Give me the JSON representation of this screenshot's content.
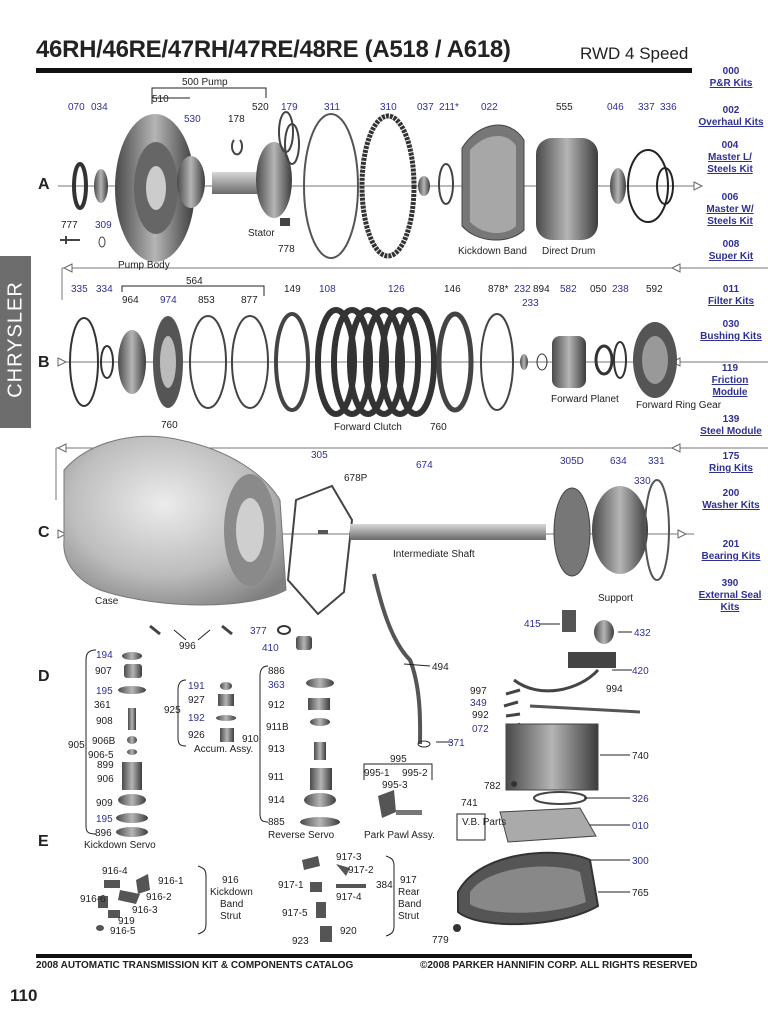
{
  "header": {
    "title": "46RH/46RE/47RH/47RE/48RE (A518 / A618)",
    "subtitle": "RWD 4 Speed"
  },
  "side_tab": "CHRYSLER",
  "rows": [
    "A",
    "B",
    "C",
    "D",
    "E"
  ],
  "kits": [
    {
      "code": "000",
      "name": "P&R Kits"
    },
    {
      "code": "002",
      "name": "Overhaul Kits"
    },
    {
      "code": "004",
      "name": "Master L/ Steels Kit"
    },
    {
      "code": "006",
      "name": "Master W/ Steels Kit"
    },
    {
      "code": "008",
      "name": "Super Kit"
    },
    {
      "code": "011",
      "name": "Filter Kits"
    },
    {
      "code": "030",
      "name": "Bushing Kits"
    },
    {
      "code": "119",
      "name": "Friction Module"
    },
    {
      "code": "139",
      "name": "Steel Module"
    },
    {
      "code": "175",
      "name": "Ring Kits"
    },
    {
      "code": "200",
      "name": "Washer Kits"
    },
    {
      "code": "201",
      "name": "Bearing Kits"
    },
    {
      "code": "390",
      "name": "External Seal Kits"
    }
  ],
  "footer": {
    "left": "2008 AUTOMATIC TRANSMISSION KIT & COMPONENTS CATALOG",
    "right": "©2008 PARKER HANNIFIN CORP. ALL RIGHTS RESERVED",
    "page": "110"
  },
  "colors": {
    "blue": "#2e3192",
    "black": "#222222",
    "tab": "#6d6d6d"
  },
  "labels": {
    "pump500": "500 Pump",
    "p510": "510",
    "p520": "520",
    "p070": "070",
    "p034": "034",
    "p530": "530",
    "p178": "178",
    "p179": "179",
    "p311": "311",
    "p310": "310",
    "p037": "037",
    "p211": "211*",
    "p022": "022",
    "p555": "555",
    "p046": "046",
    "p337": "337",
    "p336": "336",
    "p777": "777",
    "p309": "309",
    "stator": "Stator",
    "p778": "778",
    "pumpbody": "Pump Body",
    "kickband": "Kickdown Band",
    "directdrum": "Direct Drum",
    "p564": "564",
    "p335": "335",
    "p334": "334",
    "p964": "964",
    "p974": "974",
    "p853": "853",
    "p877": "877",
    "p149": "149",
    "p108": "108",
    "p126": "126",
    "p146": "146",
    "p878": "878*",
    "p232": "232",
    "p894": "894",
    "p233": "233",
    "p582": "582",
    "p050": "050",
    "p238": "238",
    "p592": "592",
    "fwdplanet": "Forward Planet",
    "fwdring": "Forward Ring Gear",
    "fwdclutch": "Forward Clutch",
    "p760b": "760",
    "p760": "760",
    "p305": "305",
    "p678P": "678P",
    "p674": "674",
    "p305D": "305D",
    "p634": "634",
    "p331": "331",
    "p330": "330",
    "intshaft": "Intermediate Shaft",
    "case": "Case",
    "support": "Support",
    "p996": "996",
    "p377": "377",
    "p410": "410",
    "p415": "415",
    "p432": "432",
    "p420": "420",
    "p494": "494",
    "p371": "371",
    "p194": "194",
    "p907": "907",
    "p195": "195",
    "p361": "361",
    "p908": "908",
    "p906B": "906B",
    "p906_5": "906-5",
    "p899": "899",
    "p906": "906",
    "p909": "909",
    "p195b": "195",
    "p896": "896",
    "kickservo": "Kickdown Servo",
    "p905": "905",
    "p191": "191",
    "p927": "927",
    "p925": "925",
    "p192": "192",
    "p926": "926",
    "accum": "Accum. Assy.",
    "p910": "910",
    "p886": "886",
    "p363": "363",
    "p912": "912",
    "p911B": "911B",
    "p913": "913",
    "p911": "911",
    "p914": "914",
    "p885": "885",
    "revservo": "Reverse Servo",
    "p995": "995",
    "p995_1": "995-1",
    "p995_2": "995-2",
    "p995_3": "995-3",
    "parkpawl": "Park Pawl Assy.",
    "p741": "741",
    "vbparts": "V.B. Parts",
    "p997": "997",
    "p349": "349",
    "p992": "992",
    "p072": "072",
    "p994": "994",
    "p740": "740",
    "p782": "782",
    "p326": "326",
    "p010": "010",
    "p300": "300",
    "p765": "765",
    "p779": "779",
    "p916_4": "916-4",
    "p916_1": "916-1",
    "p916_6": "916-6",
    "p916_2": "916-2",
    "p916_3": "916-3",
    "p919": "919",
    "p916_5": "916-5",
    "p916": "916",
    "kickstrut": "Kickdown Band Strut",
    "p917_3": "917-3",
    "p917_2": "917-2",
    "p917_1": "917-1",
    "p384": "384",
    "p917_4": "917-4",
    "p917_5": "917-5",
    "p923": "923",
    "p920": "920",
    "p917": "917",
    "rearstrut": "Rear Band Strut"
  }
}
